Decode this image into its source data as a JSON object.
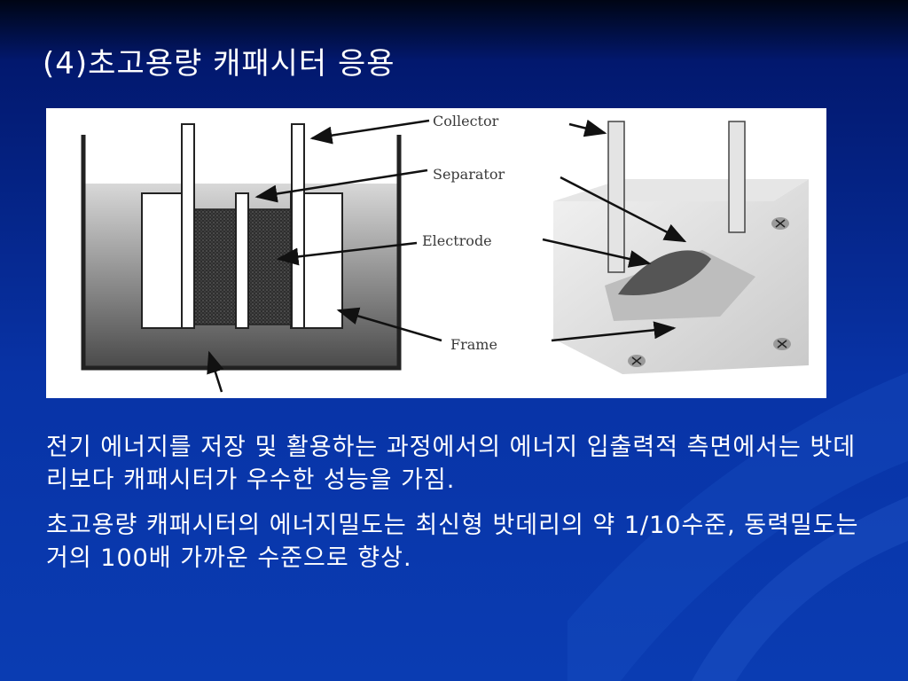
{
  "slide": {
    "title": "(4)초고용량 캐패시터 응용"
  },
  "figure": {
    "labels": {
      "collector": "Collector",
      "separator": "Separator",
      "electrode": "Electrode",
      "frame": "Frame"
    }
  },
  "paragraphs": [
    "전기 에너지를 저장 및 활용하는 과정에서의 에너지 입출력적 측면에서는 밧데리보다 캐패시터가 우수한 성능을 가짐.",
    "초고용량 캐패시터의 에너지밀도는 최신형 밧데리의 약 1/10수준, 동력밀도는 거의 100배 가까운 수준으로 향상."
  ],
  "colors": {
    "background_top": "#000514",
    "background_main": "#0833a6",
    "text": "#ffffff"
  }
}
